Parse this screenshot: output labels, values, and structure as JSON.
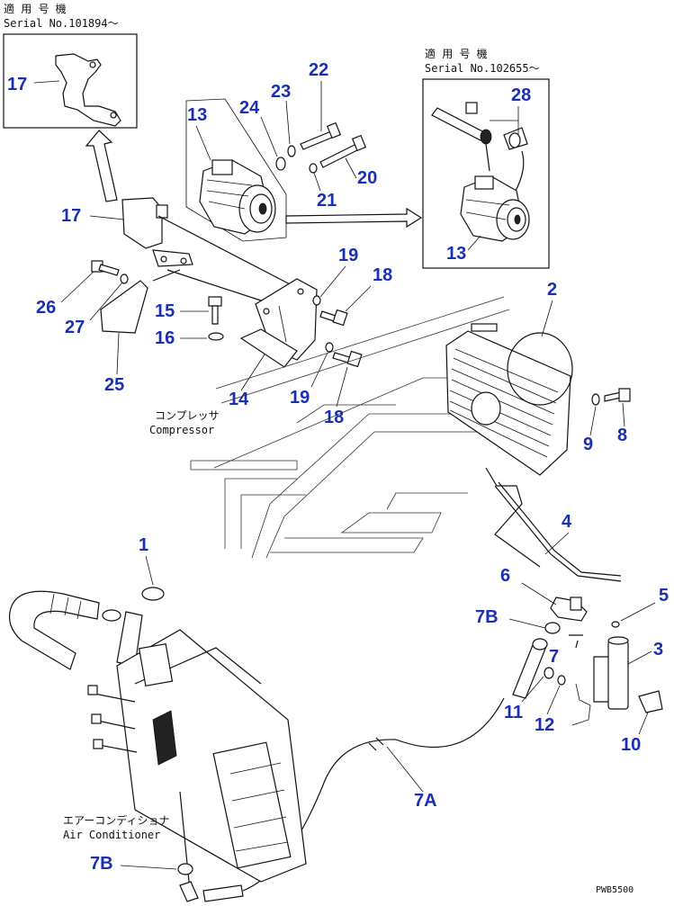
{
  "serial_note_1": {
    "jp": "適 用 号 機",
    "serial": "Serial No.101894～"
  },
  "serial_note_2": {
    "jp": "適 用 号 機",
    "serial": "Serial No.102655～"
  },
  "compressor_label": {
    "jp": "コンプレッサ",
    "en": "Compressor"
  },
  "aircon_label": {
    "jp": "エアーコンディショナ",
    "en": "Air Conditioner"
  },
  "drawing_code": "PWB5500",
  "callouts": {
    "c1": "1",
    "c2": "2",
    "c3": "3",
    "c4": "4",
    "c5": "5",
    "c6": "6",
    "c7": "7",
    "c7A": "7A",
    "c7B_top": "7B",
    "c7B_bottom": "7B",
    "c8": "8",
    "c9": "9",
    "c10": "10",
    "c11": "11",
    "c12": "12",
    "c13_main": "13",
    "c13_inset": "13",
    "c14": "14",
    "c15": "15",
    "c16": "16",
    "c17_inset": "17",
    "c17_main": "17",
    "c18_top": "18",
    "c18_bottom": "18",
    "c19_top": "19",
    "c19_bottom": "19",
    "c20": "20",
    "c21": "21",
    "c22": "22",
    "c23": "23",
    "c24": "24",
    "c25": "25",
    "c26": "26",
    "c27": "27",
    "c28": "28"
  }
}
